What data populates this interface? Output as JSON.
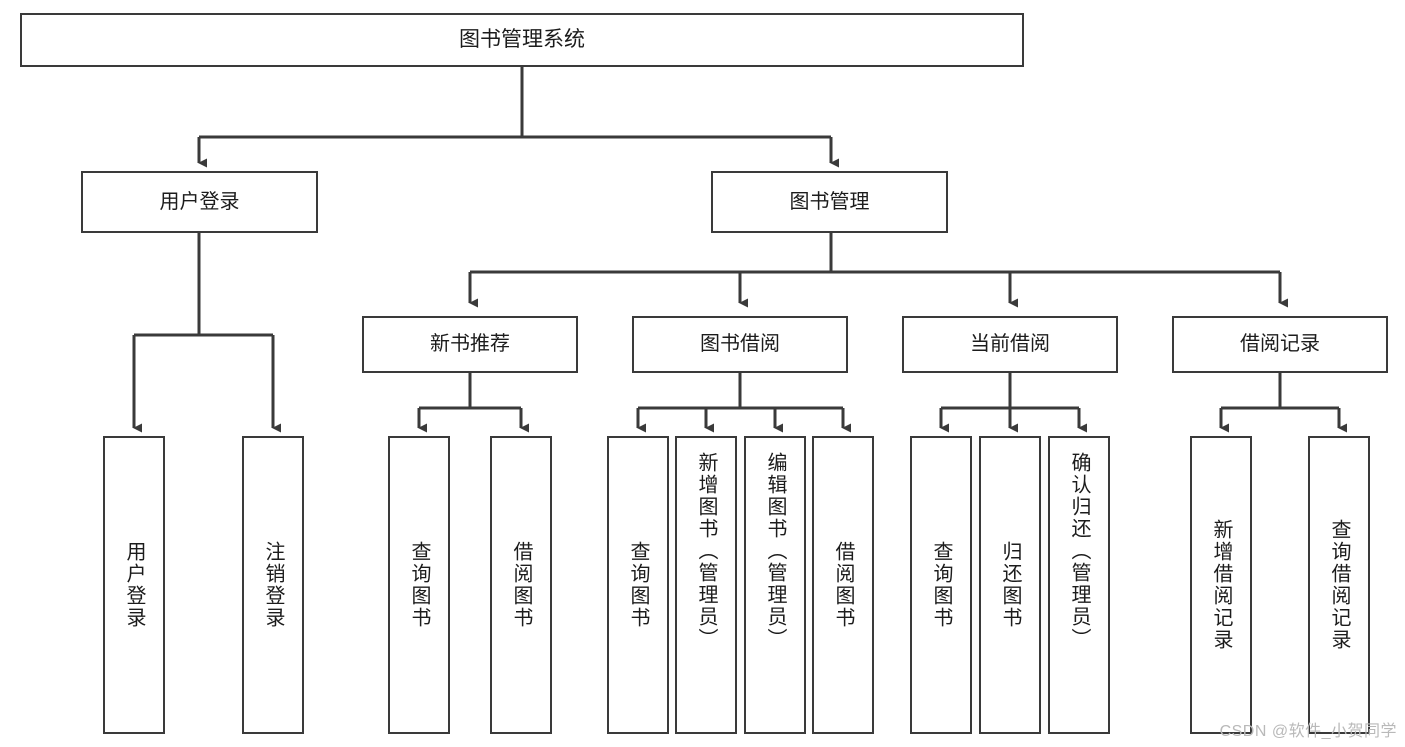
{
  "diagram": {
    "title": "图书管理系统",
    "type": "tree-hierarchy",
    "root": {
      "label": "图书管理系统"
    },
    "level1": [
      {
        "label": "用户登录"
      },
      {
        "label": "图书管理"
      }
    ],
    "level2": [
      {
        "label": "新书推荐"
      },
      {
        "label": "图书借阅"
      },
      {
        "label": "当前借阅"
      },
      {
        "label": "借阅记录"
      }
    ],
    "leaves": {
      "user_login": [
        {
          "label": "用户登录"
        },
        {
          "label": "注销登录"
        }
      ],
      "new_book_recommend": [
        {
          "label": "查询图书"
        },
        {
          "label": "借阅图书"
        }
      ],
      "book_borrow": [
        {
          "label": "查询图书"
        },
        {
          "label": "新增图书（管理员）"
        },
        {
          "label": "编辑图书（管理员）"
        },
        {
          "label": "借阅图书"
        }
      ],
      "current_borrow": [
        {
          "label": "查询图书"
        },
        {
          "label": "归还图书"
        },
        {
          "label": "确认归还（管理员）"
        }
      ],
      "borrow_record": [
        {
          "label": "新增借阅记录"
        },
        {
          "label": "查询借阅记录"
        }
      ]
    }
  },
  "watermark": {
    "text": "CSDN @软件_小贺同学"
  },
  "colors": {
    "stroke": "#3a3a3a",
    "background": "#ffffff",
    "text": "#1c1c1c",
    "watermark": "#b9b9b9"
  }
}
